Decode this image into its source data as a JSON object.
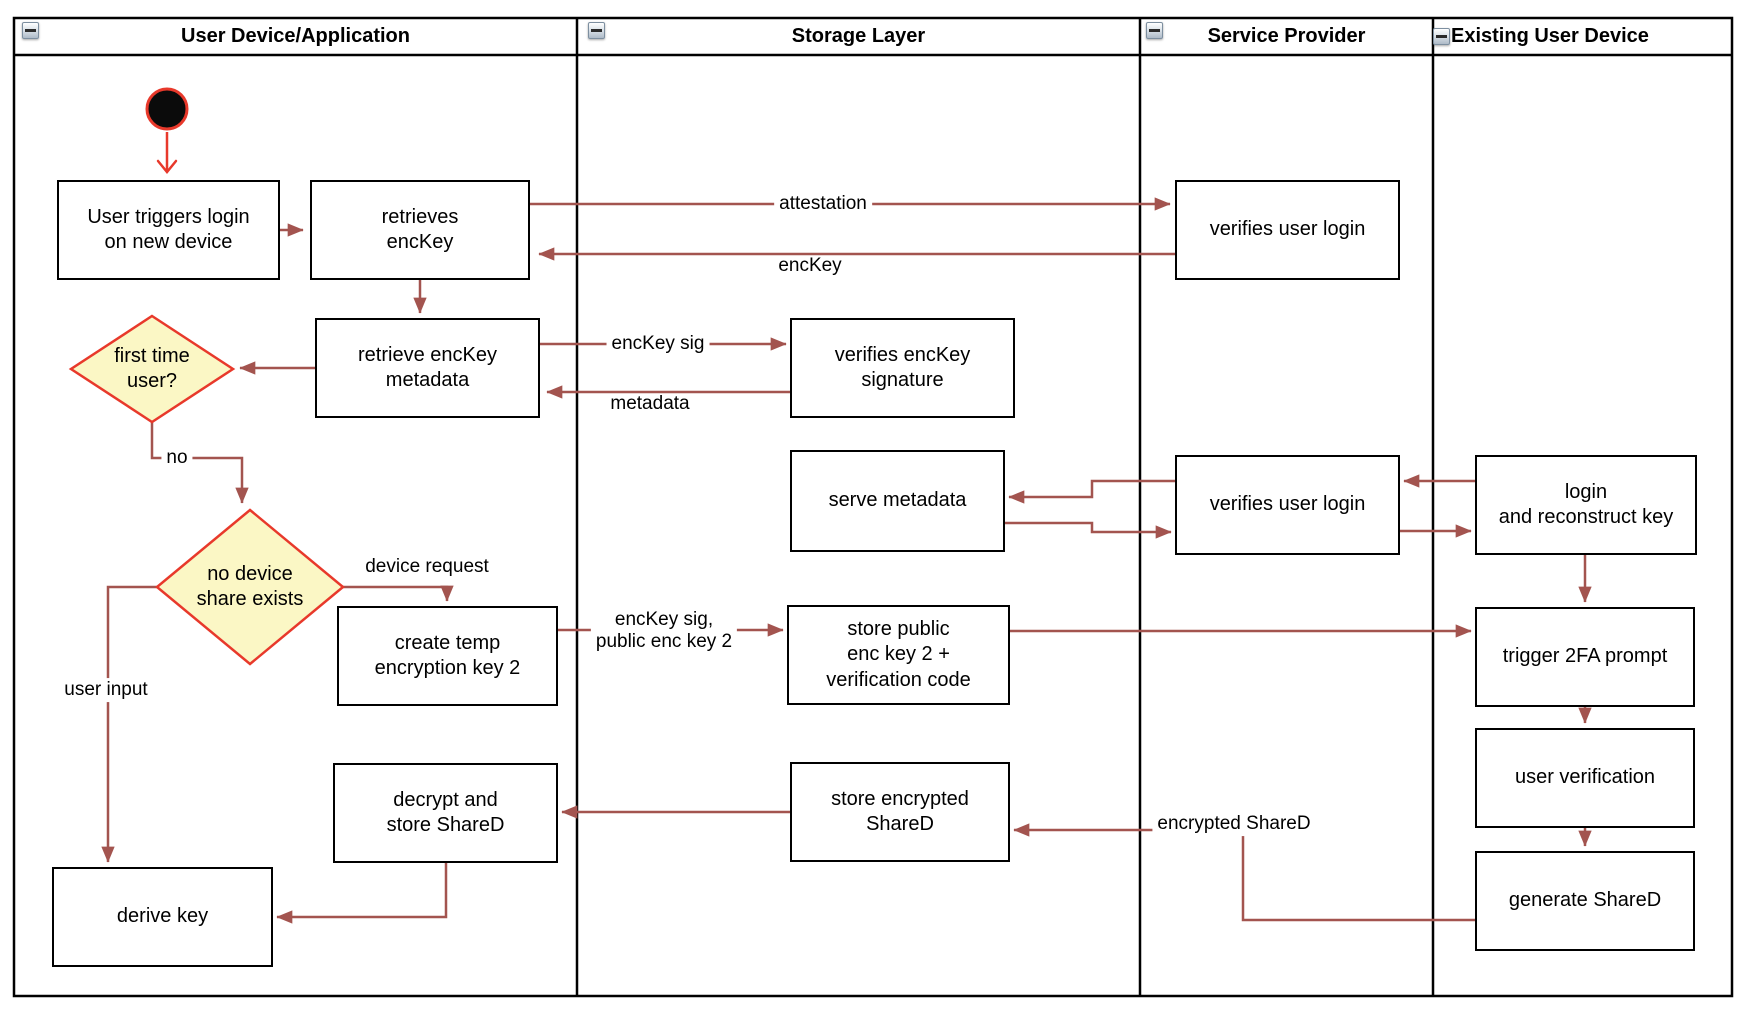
{
  "lanes": {
    "lane1": {
      "title": "User Device/Application"
    },
    "lane2": {
      "title": "Storage Layer"
    },
    "lane3": {
      "title": "Service Provider"
    },
    "lane4": {
      "title": "Existing User Device"
    }
  },
  "nodes": {
    "user_triggers": {
      "label": "User triggers login\non new device"
    },
    "retrieves_enckey": {
      "label": "retrieves\nencKey"
    },
    "verifies_user_login_1": {
      "label": "verifies user login"
    },
    "retrieve_metadata": {
      "label": "retrieve encKey\nmetadata"
    },
    "first_time_user": {
      "label": "first time\nuser?"
    },
    "verifies_signature": {
      "label": "verifies encKey\nsignature"
    },
    "serve_metadata": {
      "label": "serve metadata"
    },
    "verifies_user_login_2": {
      "label": "verifies user login"
    },
    "login_reconstruct": {
      "label": "login\nand reconstruct key"
    },
    "no_device_share": {
      "label": "no device\nshare exists"
    },
    "create_temp_key": {
      "label": "create temp\nencryption key 2"
    },
    "store_public_key": {
      "label": "store public\nenc key 2 +\nverification code"
    },
    "trigger_2fa": {
      "label": "trigger 2FA prompt"
    },
    "user_verification": {
      "label": "user verification"
    },
    "generate_shared": {
      "label": "generate ShareD"
    },
    "store_encrypted": {
      "label": "store encrypted\nShareD"
    },
    "decrypt_store": {
      "label": "decrypt and\nstore ShareD"
    },
    "derive_key": {
      "label": "derive key"
    }
  },
  "edge_labels": {
    "attestation": "attestation",
    "enckey": "encKey",
    "enckey_sig": "encKey sig",
    "metadata": "metadata",
    "no": "no",
    "device_request": "device request",
    "enckey_sig_public": "encKey sig,\npublic enc key 2",
    "user_input": "user input",
    "encrypted_shared": "encrypted ShareD"
  },
  "colors": {
    "frame_black": "#000000",
    "connector_red": "#A3544F",
    "accent_red": "#E8392B",
    "diamond_fill": "#FBF7C5",
    "start_fill": "#0B0B0B"
  }
}
